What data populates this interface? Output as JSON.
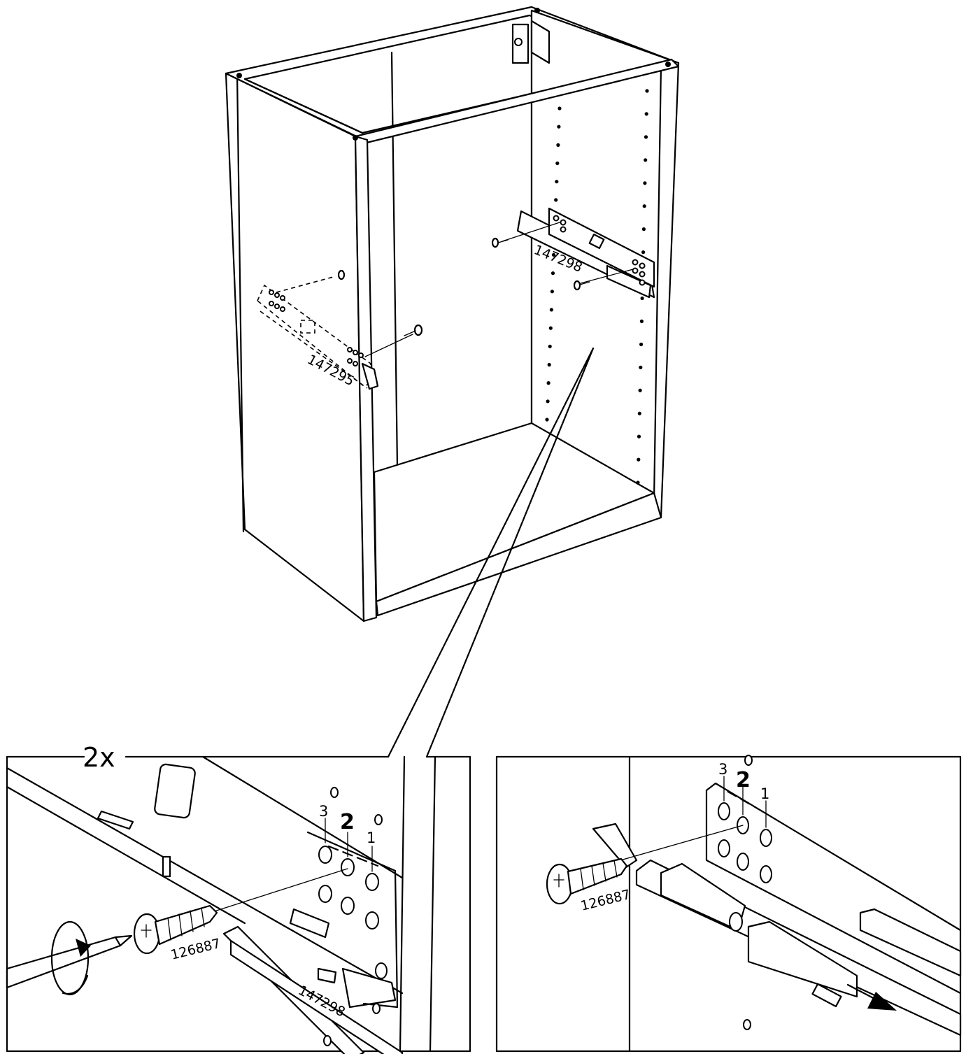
{
  "labels": {
    "part_left_rail": "147295",
    "part_right_rail": "147298",
    "quantity": "2x",
    "screw_part": "126887",
    "rail_part_detail": "147298",
    "pos_3": "3",
    "pos_2": "2",
    "pos_1": "1"
  },
  "icons": {
    "screwdriver": "screwdriver-icon",
    "rotate": "clockwise-rotation-icon",
    "slide_arrow": "arrow-right-icon"
  }
}
